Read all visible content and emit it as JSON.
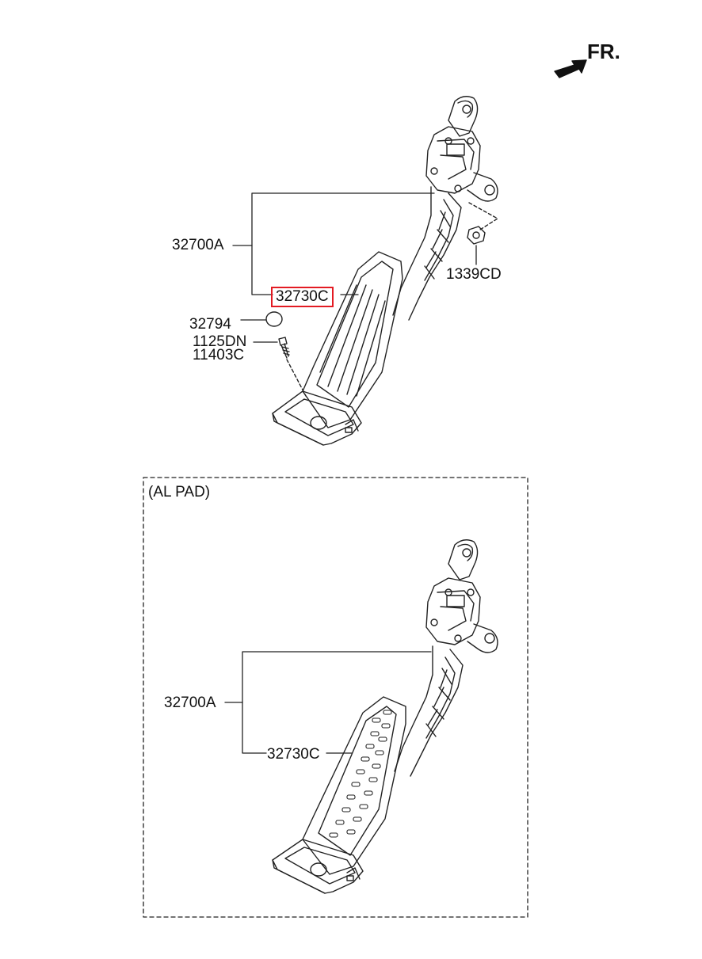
{
  "direction_label": "FR.",
  "colors": {
    "highlight": "#e31b23",
    "line": "#222222"
  },
  "main_assembly": {
    "labels": {
      "assembly": "32700A",
      "pad": "32730C",
      "nut": "1339CD",
      "stopper": "32794",
      "bolt_1": "1125DN",
      "bolt_2": "11403C"
    },
    "highlighted_part": "32730C"
  },
  "al_pad_variant": {
    "title": "(AL PAD)",
    "labels": {
      "assembly": "32700A",
      "pad": "32730C"
    }
  }
}
